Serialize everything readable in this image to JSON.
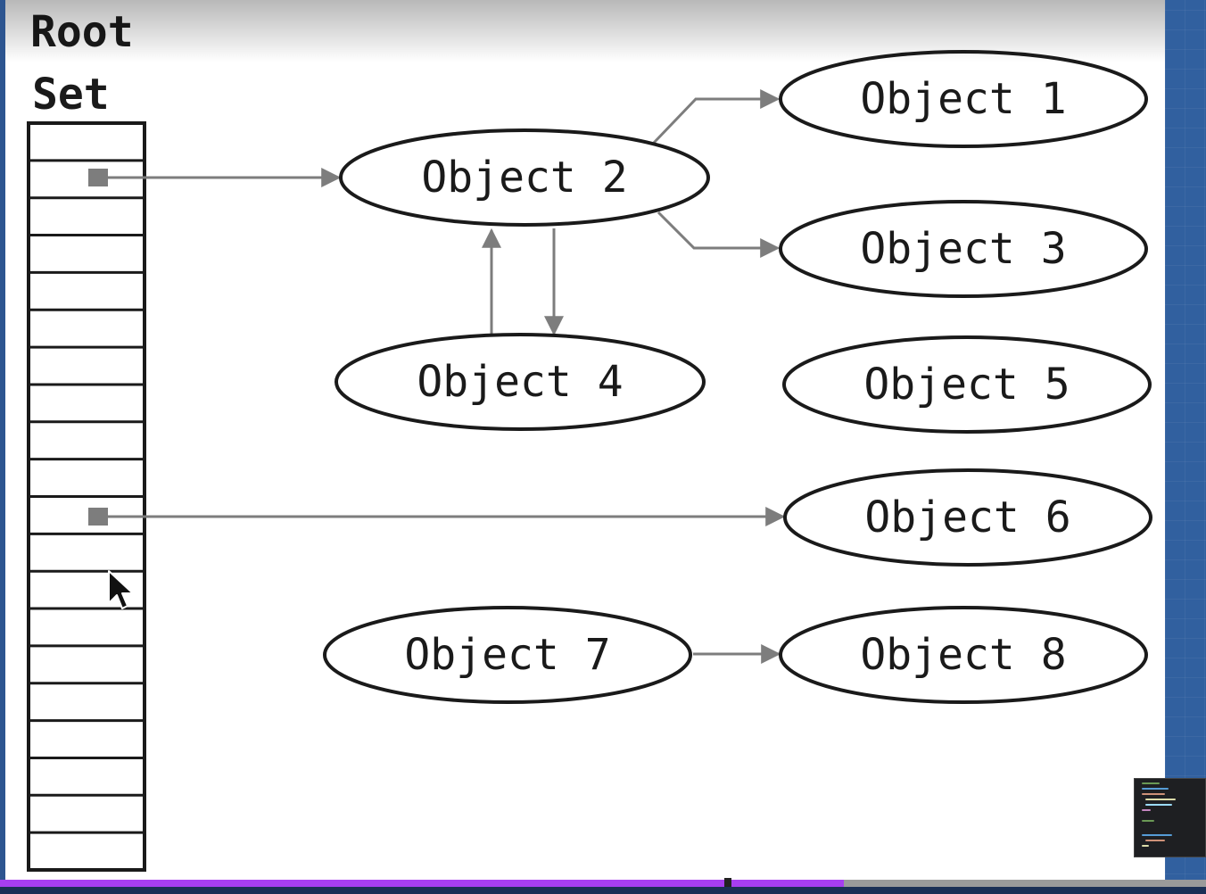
{
  "root_set": {
    "title_line1": "Root",
    "title_line2": "Set",
    "slot_count": 20,
    "pointer_slots": [
      1,
      10
    ]
  },
  "objects": [
    {
      "id": "obj1",
      "label": "Object 1"
    },
    {
      "id": "obj2",
      "label": "Object 2"
    },
    {
      "id": "obj3",
      "label": "Object 3"
    },
    {
      "id": "obj4",
      "label": "Object 4"
    },
    {
      "id": "obj5",
      "label": "Object 5"
    },
    {
      "id": "obj6",
      "label": "Object 6"
    },
    {
      "id": "obj7",
      "label": "Object 7"
    },
    {
      "id": "obj8",
      "label": "Object 8"
    }
  ],
  "edges": [
    {
      "from": "root-slot-1",
      "to": "obj2"
    },
    {
      "from": "root-slot-10",
      "to": "obj6"
    },
    {
      "from": "obj2",
      "to": "obj1"
    },
    {
      "from": "obj2",
      "to": "obj3"
    },
    {
      "from": "obj2",
      "to": "obj4"
    },
    {
      "from": "obj4",
      "to": "obj2"
    },
    {
      "from": "obj7",
      "to": "obj8"
    }
  ],
  "player": {
    "progress": 0.7,
    "accent_color": "#a73ef0"
  },
  "icons": {
    "cursor": "mouse-pointer-icon"
  }
}
